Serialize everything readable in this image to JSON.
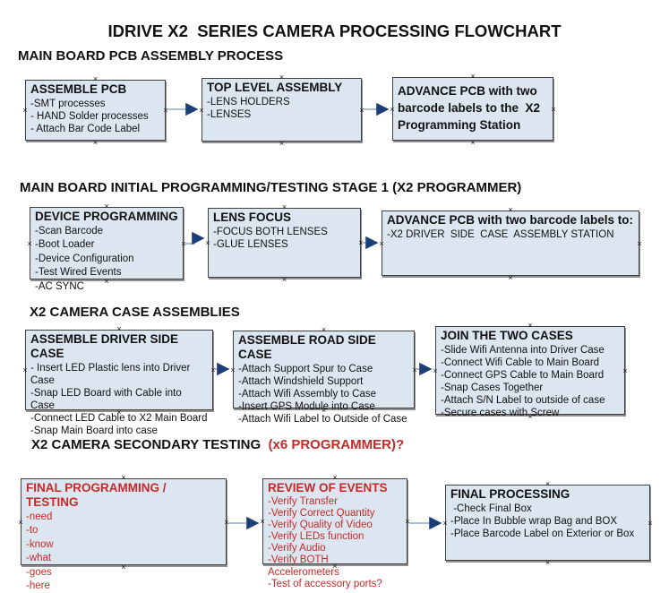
{
  "title": "IDRIVE X2  SERIES CAMERA PROCESSING FLOWCHART",
  "colors": {
    "box_fill": "#dce6f1",
    "box_border": "#404040",
    "arrow_line": "#90a8c6",
    "arrow_head": "#1d3f77",
    "red_text": "#c62a28",
    "black_text": "#111111"
  },
  "sections": [
    {
      "heading": "MAIN BOARD PCB ASSEMBLY PROCESS",
      "boxes": [
        {
          "title": "ASSEMBLE PCB",
          "items": [
            "-SMT processes",
            "- HAND Solder processes",
            "- Attach Bar Code Label"
          ]
        },
        {
          "title": "TOP LEVEL ASSEMBLY",
          "items": [
            "-LENS HOLDERS",
            "-LENSES"
          ]
        },
        {
          "title": "ADVANCE PCB with two barcode labels to the  X2 Programming Station",
          "items": []
        }
      ]
    },
    {
      "heading": "MAIN BOARD INITIAL PROGRAMMING/TESTING STAGE 1 (X2 PROGRAMMER)",
      "boxes": [
        {
          "title": "DEVICE PROGRAMMING",
          "items": [
            "-Scan Barcode",
            "-Boot Loader",
            "-Device Configuration",
            "-Test Wired Events",
            "-AC SYNC"
          ]
        },
        {
          "title": "LENS FOCUS",
          "items": [
            "-FOCUS BOTH LENSES",
            "-GLUE LENSES"
          ]
        },
        {
          "title": "ADVANCE PCB with two barcode labels to:",
          "items": [
            "-X2 DRIVER  SIDE  CASE  ASSEMBLY STATION"
          ]
        }
      ]
    },
    {
      "heading": "X2 CAMERA CASE ASSEMBLIES",
      "boxes": [
        {
          "title": "ASSEMBLE DRIVER SIDE CASE",
          "items": [
            "- Insert LED Plastic lens into Driver Case",
            "-Snap LED Board with Cable into Case",
            "-Connect LED Cable to X2 Main Board",
            "-Snap Main Board into case"
          ]
        },
        {
          "title": "ASSEMBLE ROAD SIDE CASE",
          "items": [
            "-Attach Support Spur to Case",
            "-Attach Windshield Support",
            "-Attach Wifi Assembly to Case",
            "-Insert GPS Module into Case",
            "-Attach Wifi Label to Outside of Case"
          ]
        },
        {
          "title": "JOIN THE TWO CASES",
          "items": [
            "-Slide Wifi Antenna into Driver Case",
            "-Connect Wifi Cable to Main Board",
            "-Connect GPS Cable to Main Board",
            "-Snap Cases Together",
            "-Attach S/N Label to outside of case",
            "-Secure cases with Screw"
          ]
        }
      ]
    },
    {
      "heading": "X2 CAMERA SECONDARY TESTING",
      "heading_red": "  (x6 PROGRAMMER)?",
      "boxes": [
        {
          "title": "FINAL PROGRAMMING / TESTING",
          "items": [
            "-need",
            "-to",
            "-know",
            "-what",
            "-goes",
            "-here"
          ]
        },
        {
          "title": "REVIEW OF EVENTS",
          "items": [
            "-Verify Transfer",
            "-Verify Correct Quantity",
            "-Verify Quality of Video",
            "-Verify LEDs function",
            "-Verify Audio",
            "-Verify BOTH Accelerometers",
            "-Test of accessory ports?"
          ]
        },
        {
          "title": "FINAL PROCESSING",
          "items": [
            " -Check Final Box",
            "-Place In Bubble wrap Bag and BOX",
            "-Place Barcode Label on Exterior or Box"
          ]
        }
      ]
    }
  ]
}
